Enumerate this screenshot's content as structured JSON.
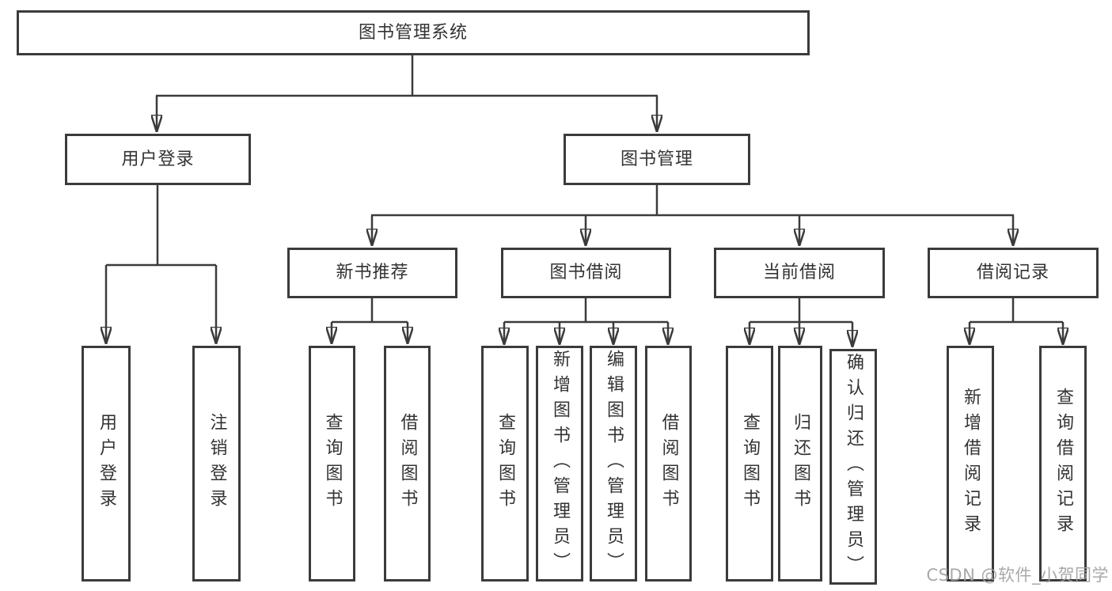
{
  "colors": {
    "line": "#3b3b3b",
    "box_border": "#3b3b3b",
    "text": "#333333",
    "background": "#ffffff",
    "watermark": "#a2a2a2"
  },
  "watermark": "CSDN @软件_小贺同学",
  "tree": {
    "label": "图书管理系统",
    "children": [
      {
        "label": "用户登录",
        "children": [
          {
            "label": "用户登录"
          },
          {
            "label": "注销登录"
          }
        ]
      },
      {
        "label": "图书管理",
        "children": [
          {
            "label": "新书推荐",
            "children": [
              {
                "label": "查询图书"
              },
              {
                "label": "借阅图书"
              }
            ]
          },
          {
            "label": "图书借阅",
            "children": [
              {
                "label": "查询图书"
              },
              {
                "label": "新增图书（管理员）"
              },
              {
                "label": "编辑图书（管理员）"
              },
              {
                "label": "借阅图书"
              }
            ]
          },
          {
            "label": "当前借阅",
            "children": [
              {
                "label": "查询图书"
              },
              {
                "label": "归还图书"
              },
              {
                "label": "确认归还（管理员）"
              }
            ]
          },
          {
            "label": "借阅记录",
            "children": [
              {
                "label": "新增借阅记录"
              },
              {
                "label": "查询借阅记录"
              }
            ]
          }
        ]
      }
    ]
  }
}
